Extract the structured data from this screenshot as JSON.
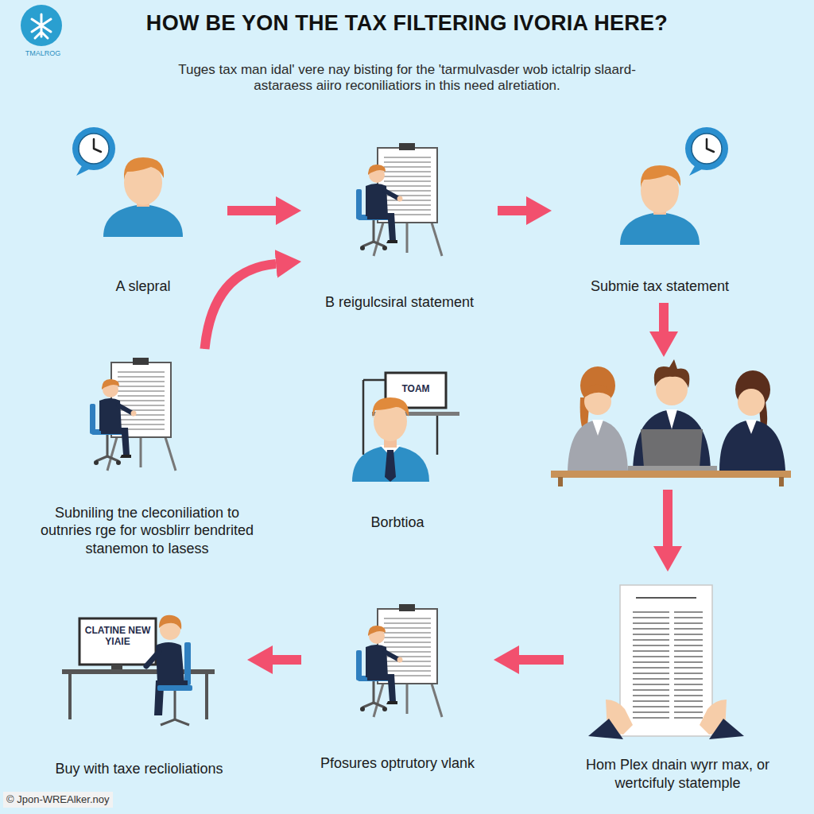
{
  "diagram": {
    "title": "HOW BE YON THE TAX FILTERING IVORIA HERE?",
    "nodes": [
      {
        "text": [
          "A slepral"
        ]
      },
      {
        "text": [
          "B reigulcsiral statement"
        ]
      },
      {
        "text": [
          "Submie tax statement"
        ]
      },
      {
        "text": []
      },
      {
        "text": [
          "Hom Plex dnain wyrr max, or wertcifuly statemple"
        ]
      },
      {
        "text": [
          "Pfosures optrutory vlank"
        ]
      },
      {
        "text": [
          "Buy with taxe reclioliations"
        ]
      },
      {
        "text": [
          "Subniling tne cleconiliation to outnries rge for wosblirr bendrited stanemon to lasess"
        ]
      },
      {
        "text": [
          "Borbtioa"
        ]
      }
    ],
    "edges": [
      {
        "from": 0,
        "to": 1,
        "arrow": "to"
      },
      {
        "from": 1,
        "to": 2,
        "arrow": "to"
      },
      {
        "from": 2,
        "to": 3,
        "arrow": "to"
      },
      {
        "from": 3,
        "to": 4,
        "arrow": "to"
      },
      {
        "from": 4,
        "to": 5,
        "arrow": "to"
      },
      {
        "from": 5,
        "to": 6,
        "arrow": "to"
      },
      {
        "from": 7,
        "to": 1,
        "arrow": "to"
      }
    ],
    "labels": [
      "Tuges tax man idal' vere nay bisting for the 'tarmulvasder wob ictalrip slaard-astaraess aiiro reconiliatiors in this need alretiation.",
      "TMALROG",
      "TOAM",
      "CLATINE NEW YIAIE",
      "© Jpon-WREAlker.noy"
    ]
  }
}
